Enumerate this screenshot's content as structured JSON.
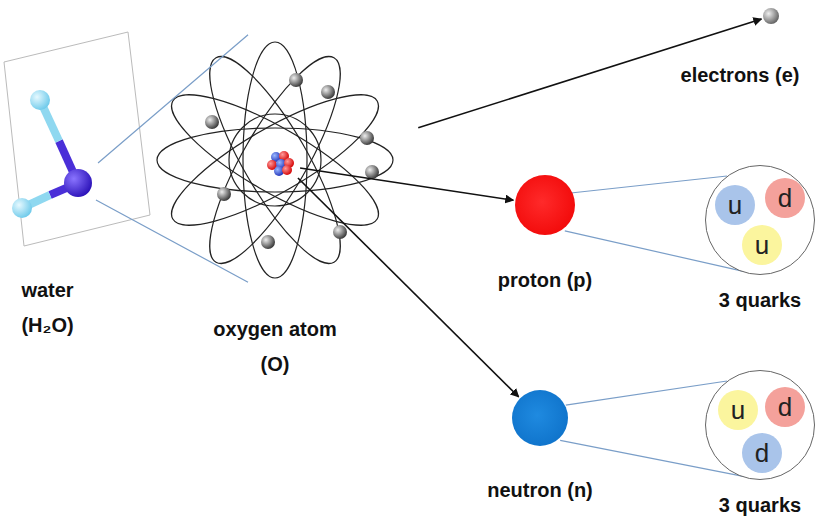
{
  "diagram": {
    "nodes": [
      {
        "text": [
          "water (H₂O)"
        ]
      },
      {
        "text": [
          "oxygen atom (O)"
        ]
      },
      {
        "text": [
          "electrons (e)"
        ]
      },
      {
        "text": [
          "proton (p)"
        ]
      },
      {
        "text": [
          "neutron (n)"
        ]
      },
      {
        "text": [
          "3 quarks"
        ]
      },
      {
        "text": [
          "u"
        ],
        "in": 5
      },
      {
        "text": [
          "d"
        ],
        "in": 5
      },
      {
        "text": [
          "u"
        ],
        "in": 5
      },
      {
        "text": [
          "3 quarks"
        ]
      },
      {
        "text": [
          "u"
        ],
        "in": 9
      },
      {
        "text": [
          "d"
        ],
        "in": 9
      },
      {
        "text": [
          "d"
        ],
        "in": 9
      }
    ],
    "edges": [
      {
        "from": 0,
        "to": 1,
        "arrow": "none"
      },
      {
        "from": 1,
        "to": 2,
        "arrow": "to"
      },
      {
        "from": 1,
        "to": 3,
        "arrow": "to"
      },
      {
        "from": 1,
        "to": 4,
        "arrow": "to"
      },
      {
        "from": 3,
        "to": 5,
        "arrow": "none"
      },
      {
        "from": 4,
        "to": 9,
        "arrow": "none"
      }
    ]
  }
}
